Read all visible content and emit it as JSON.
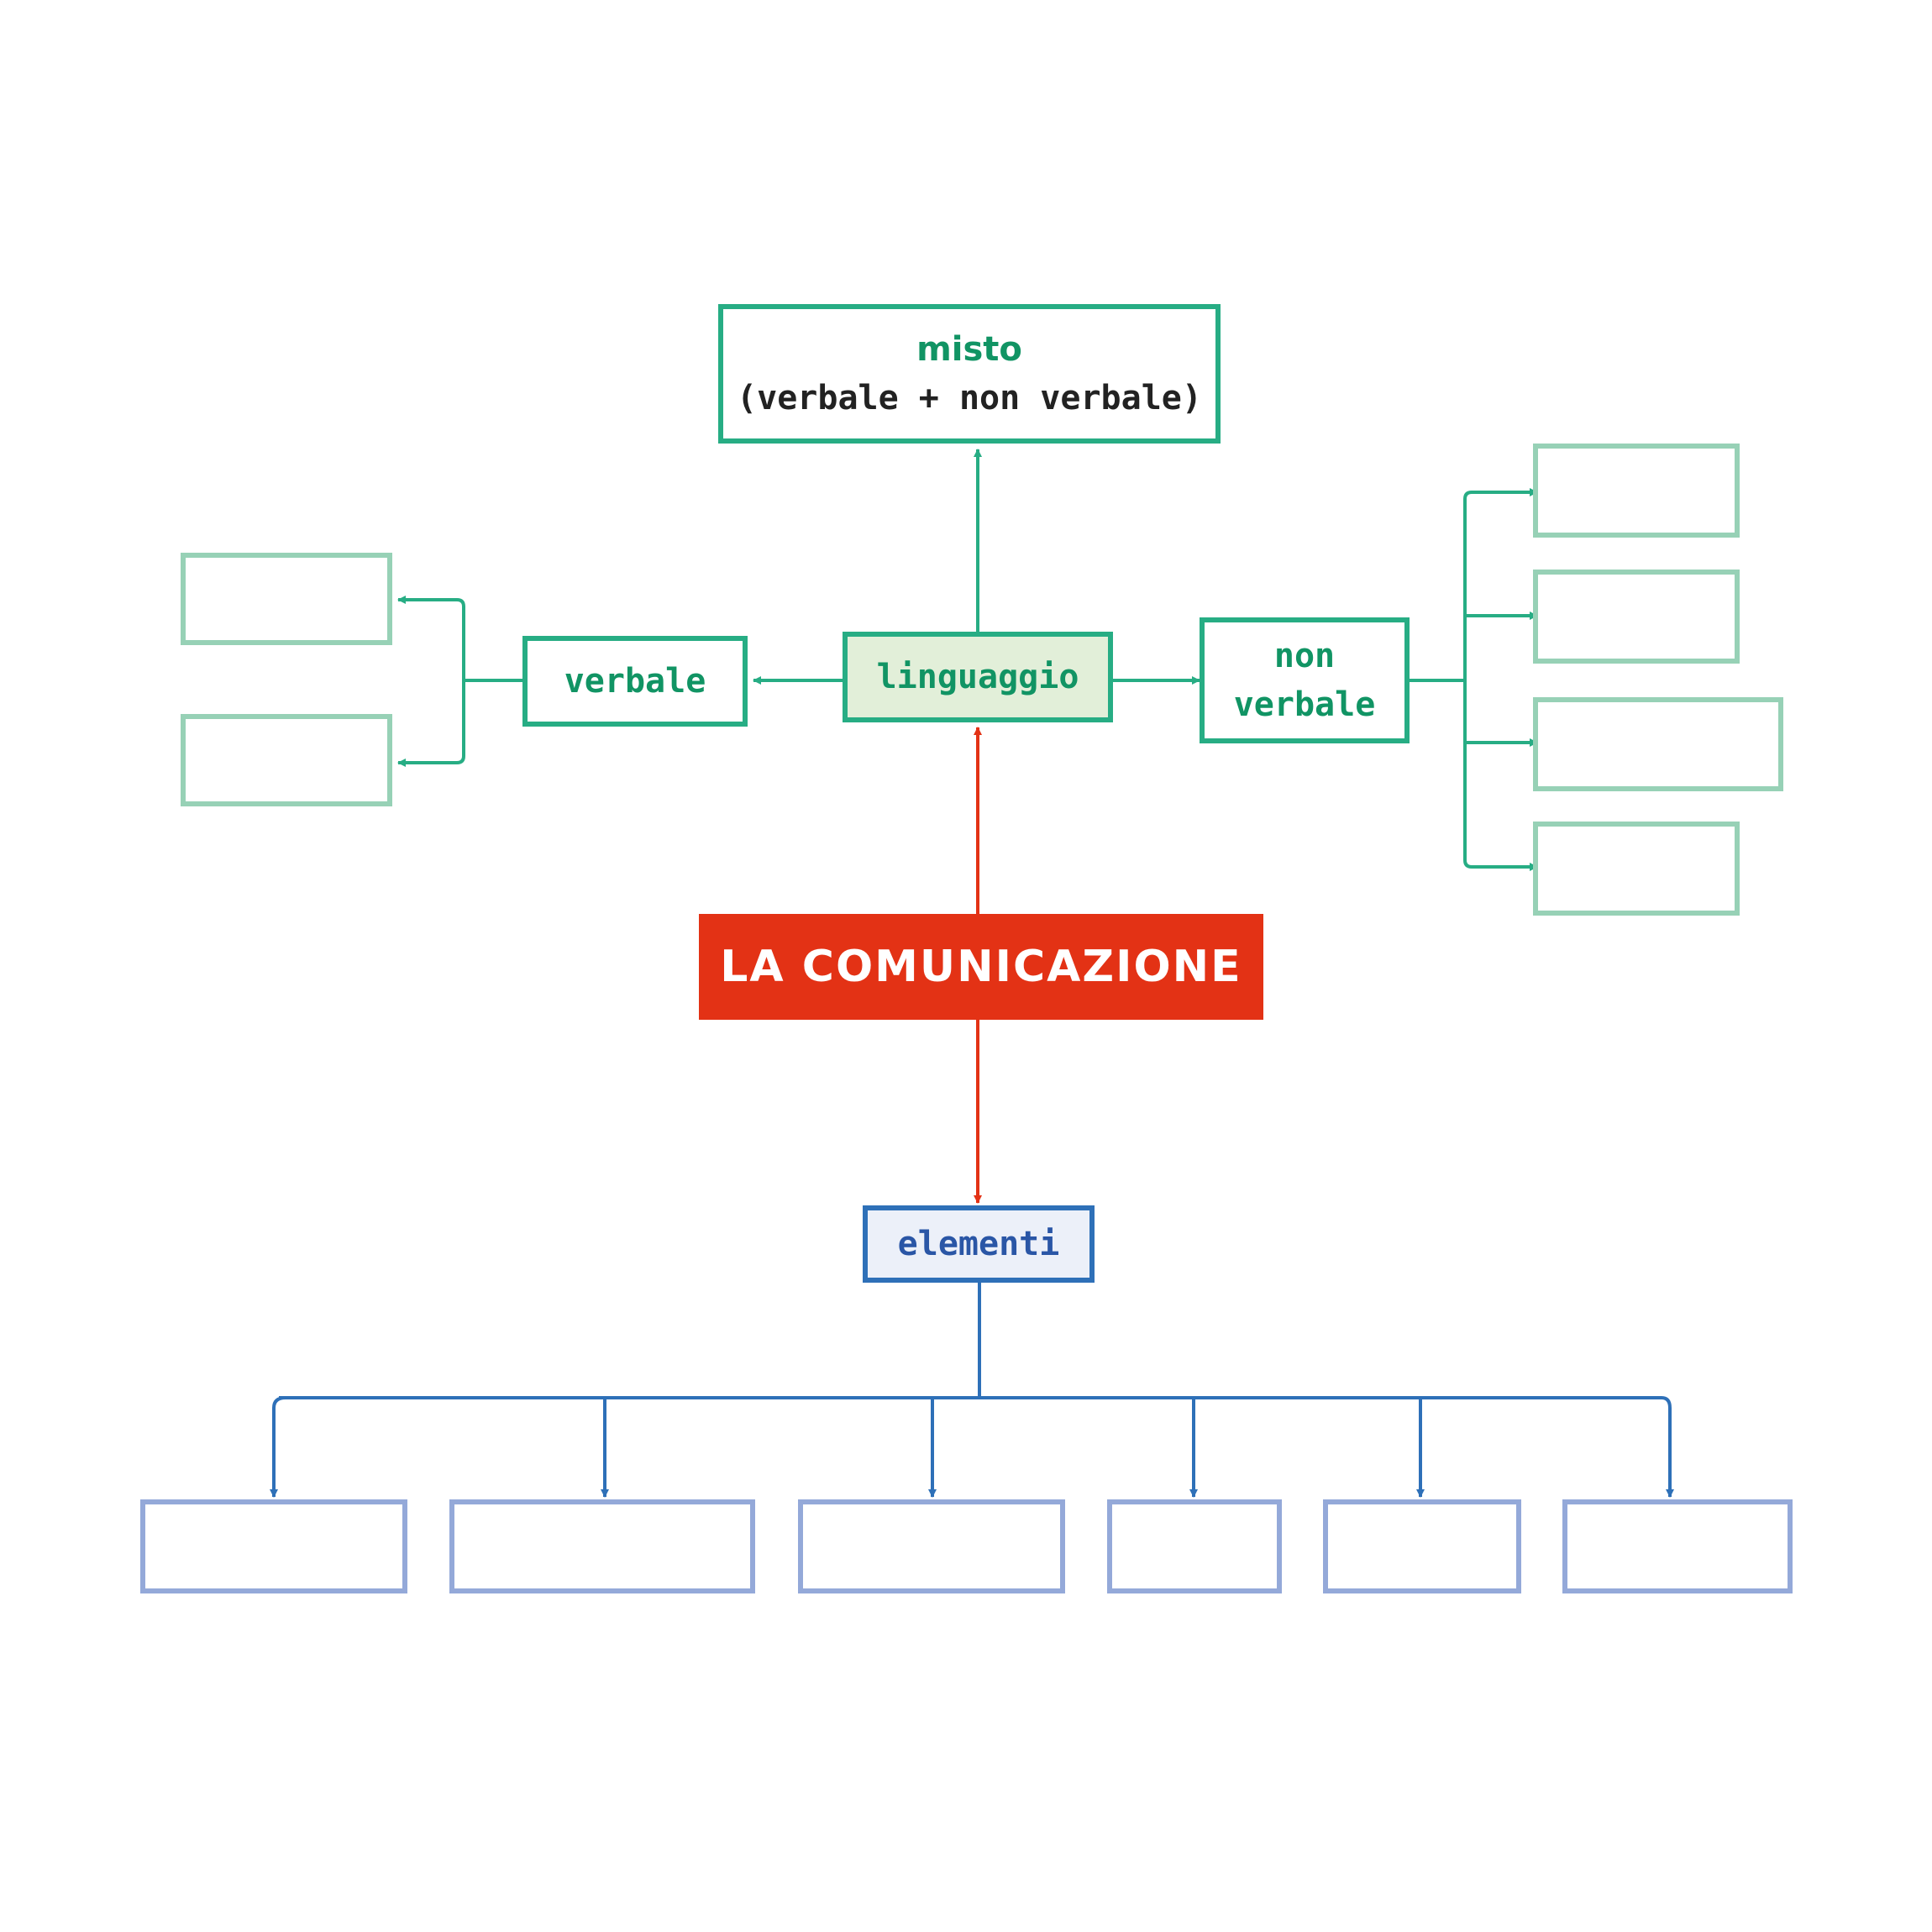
{
  "title": "LA COMUNICAZIONE",
  "nodes": {
    "root": "LA COMUNICAZIONE",
    "linguaggio": "linguaggio",
    "verbale": "verbale",
    "non_verbale": "non\nverbale",
    "non_verbale_line1": "non",
    "non_verbale_line2": "verbale",
    "misto_title": "misto",
    "misto_subtitle": "(verbale + non verbale)",
    "elementi": "elementi"
  },
  "empty_boxes": {
    "verbale_children": 2,
    "non_verbale_children": 4,
    "elementi_children": 6
  },
  "colors": {
    "root": "#e33215",
    "green": "#27ad84",
    "green_text": "#119464",
    "green_light": "#97d1b6",
    "linguaggio_fill": "#e2efd9",
    "blue": "#2e70b8",
    "blue_text": "#2a56a6",
    "blue_light": "#94a9d9",
    "elementi_fill": "#ecf0f9"
  }
}
